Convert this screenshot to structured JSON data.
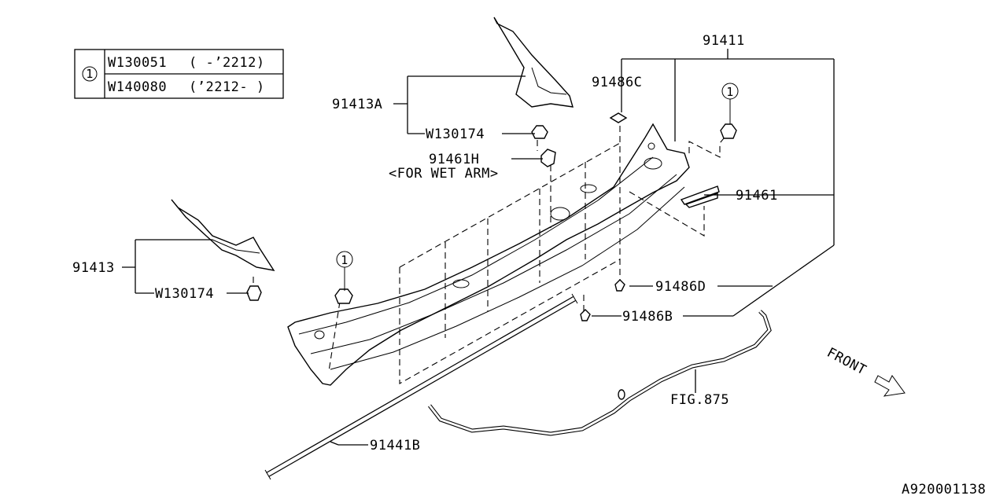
{
  "legend": {
    "marker": "1",
    "rows": [
      {
        "part": "W130051",
        "range": "( -’2212)"
      },
      {
        "part": "W140080",
        "range": "(’2212- )"
      }
    ]
  },
  "callouts": {
    "p91411": "91411",
    "p91486C": "91486C",
    "p91413A": "91413A",
    "w130174_top": "W130174",
    "p91461H": "91461H",
    "for_wet_arm": "<FOR WET ARM>",
    "p91461": "91461",
    "p91413": "91413",
    "w130174_left": "W130174",
    "p91486D": "91486D",
    "p91486B": "91486B",
    "fig875": "FIG.875",
    "p91441B": "91441B",
    "ref_marker_1": "1",
    "ref_marker_2": "1",
    "ref_marker_3": "1"
  },
  "front_label": "FRONT",
  "diagram_id": "A920001138",
  "colors": {
    "ink": "#000000",
    "paper": "#ffffff"
  }
}
